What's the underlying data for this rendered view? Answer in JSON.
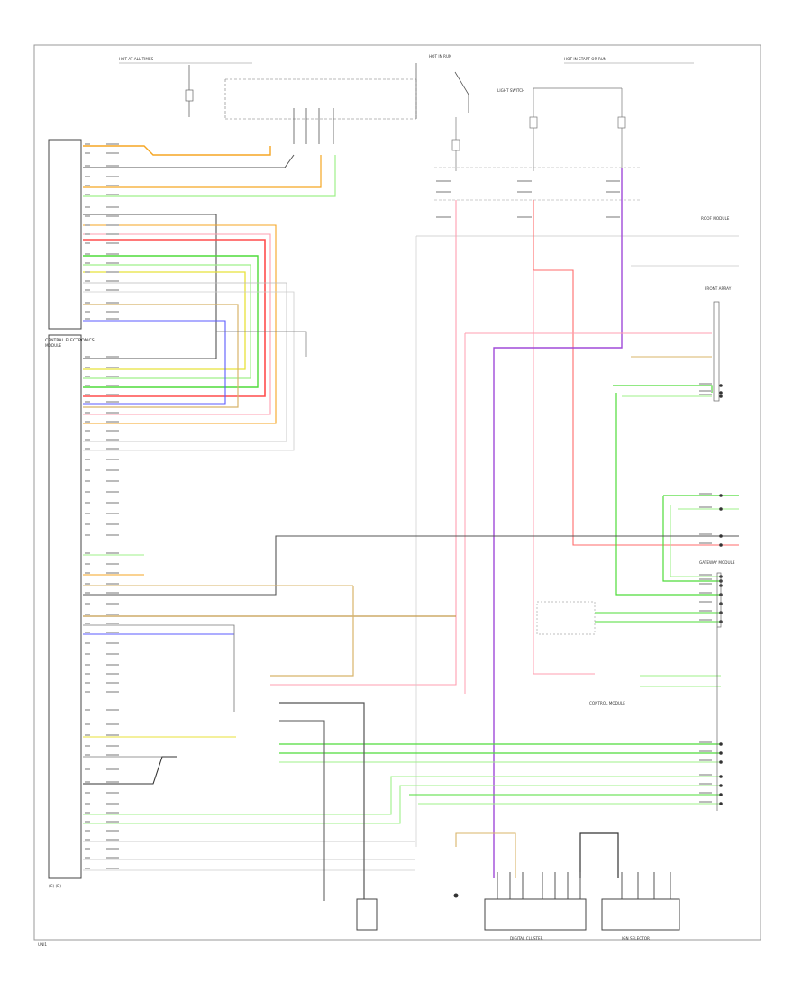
{
  "diagram": {
    "top_labels": {
      "left_fuse_note": "HOT AT ALL TIMES",
      "center_fuse_note": "HOT IN RUN",
      "right_fuse_note": "HOT IN START OR RUN"
    },
    "components": {
      "control_module_left": "CENTRAL ELECTRONICS",
      "control_module_left_sub": "MODULE",
      "module_bottom_label": "(C) (D)",
      "center_module": "LIGHT SWITCH",
      "gateway_module": "GATEWAY MODULE",
      "instrument_cluster": "DIGITAL CLUSTER",
      "ignition_box": "IGN SELECTOR",
      "right_connector_top": "ROOF MODULE",
      "right_connector_mid": "FRONT ARRAY",
      "right_module_lower": "CONTROL MODULE"
    },
    "colors": {
      "orange": "#f5a623",
      "red": "#ff4d4d",
      "pink": "#ff9fb0",
      "yellow": "#e8e23a",
      "green": "#4fdc3a",
      "lightgreen": "#9ff08a",
      "blue": "#5b5bff",
      "purple": "#a04ad8",
      "tan": "#d8b46a",
      "gray": "#555555",
      "lightgray": "#bbbbbb",
      "black": "#222222"
    },
    "footer_code": "UNI1"
  }
}
